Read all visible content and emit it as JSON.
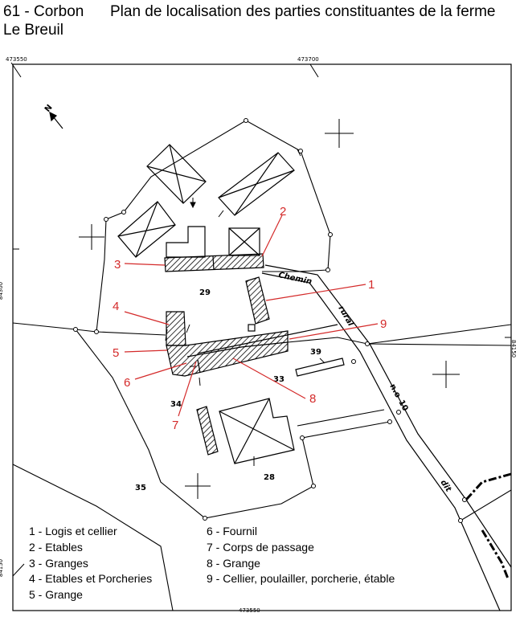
{
  "header": {
    "site_code": "61 - Corbon",
    "site_name": "Le Breuil",
    "title": "Plan de localisation des parties constituantes de la ferme"
  },
  "coordinates": {
    "top_left": "473550",
    "top_mid": "473700",
    "left_upper": "84300",
    "right_mid": "84150",
    "left_lower": "84150",
    "bottom": "473550"
  },
  "map_labels": {
    "chemin": "Chemin",
    "rural": "rural",
    "dit": "dit",
    "n_o": "n.o",
    "number_10": "10",
    "north": "N",
    "plot_29": "29",
    "plot_39": "39",
    "plot_33": "33",
    "plot_34": "34",
    "plot_28": "28",
    "plot_35": "35"
  },
  "callouts": [
    "1",
    "2",
    "3",
    "4",
    "5",
    "6",
    "7",
    "8",
    "9"
  ],
  "legend": {
    "left": [
      "1 - Logis et cellier",
      "2 - Etables",
      "3 - Granges",
      "4 - Etables et Porcheries",
      "5 - Grange"
    ],
    "right": [
      "6 - Fournil",
      "7 - Corps de passage",
      "8 - Grange",
      "9 - Cellier, poulailler, porcherie, étable"
    ]
  },
  "colors": {
    "callout": "#d42a2a",
    "line": "#000000",
    "background": "#ffffff"
  }
}
